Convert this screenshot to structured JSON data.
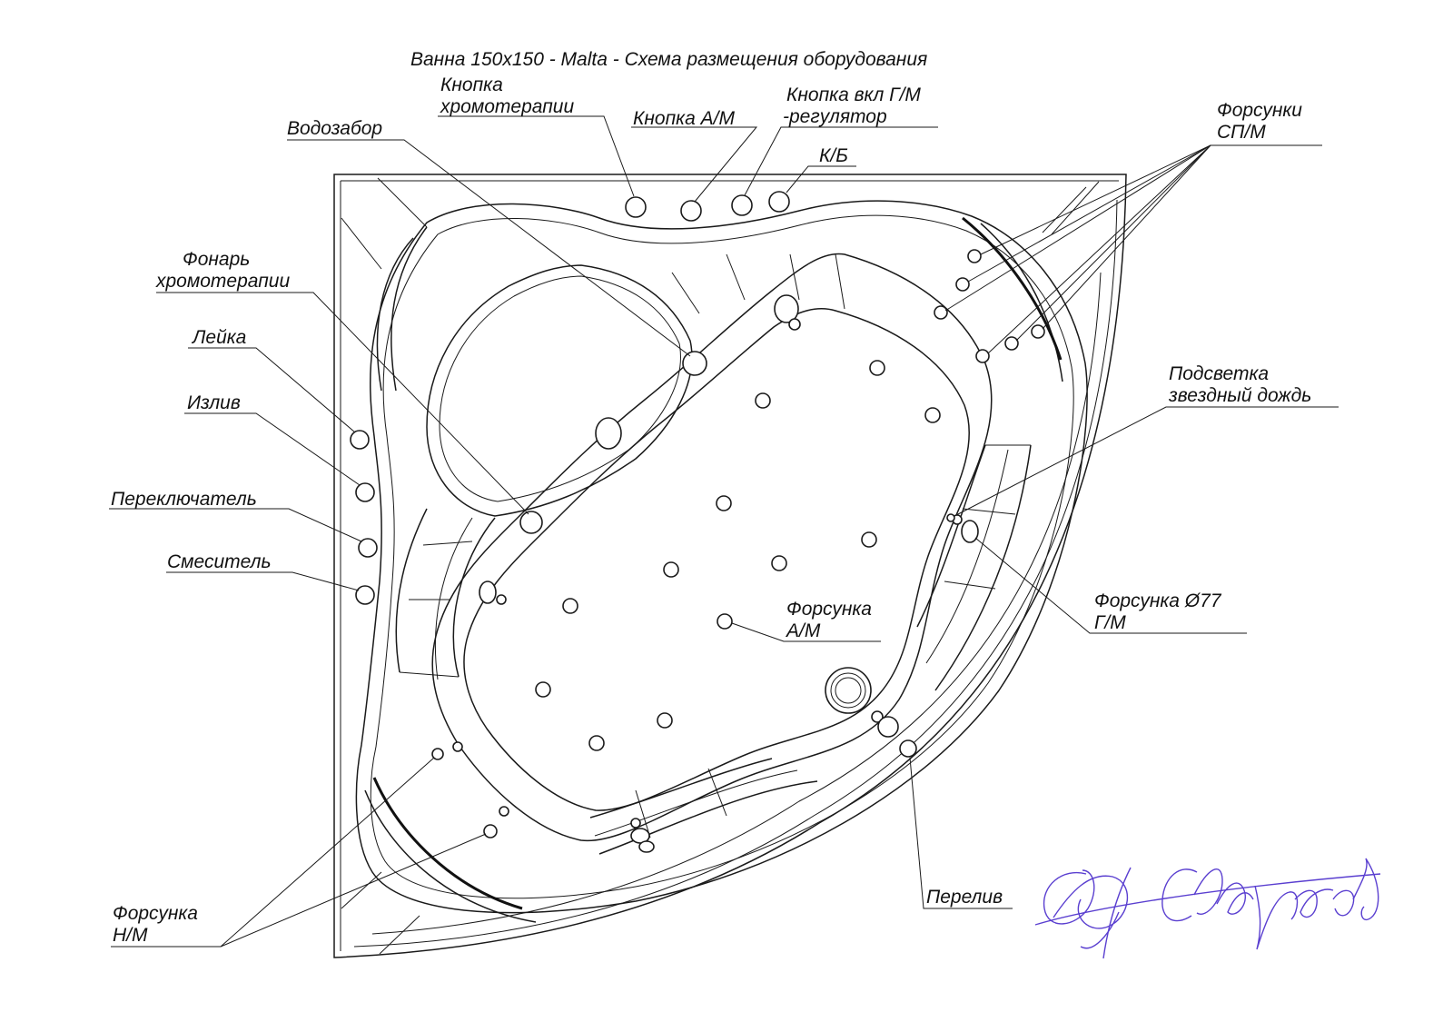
{
  "title": "Ванна 150x150 - Malta - Схема размещения оборудования",
  "labels": {
    "knopka_hromo_1": "Кнопка",
    "knopka_hromo_2": "хромотерапии",
    "knopka_am": "Кнопка А/М",
    "knopka_gm_1": "Кнопка вкл Г/М",
    "knopka_gm_2": "-регулятор",
    "kb": "К/Б",
    "vodozabor": "Водозабор",
    "forsunki_spm_1": "Форсунки",
    "forsunki_spm_2": "СП/М",
    "fonar_1": "Фонарь",
    "fonar_2": "хромотерапии",
    "leika": "Лейка",
    "izliv": "Излив",
    "pereklyuchatel": "Переключатель",
    "smesitel": "Смеситель",
    "podsvetka_1": "Подсветка",
    "podsvetka_2": "звездный дождь",
    "forsunka_77_1": "Форсунка Ø77",
    "forsunka_77_2": "Г/М",
    "forsunka_am_1": "Форсунка",
    "forsunka_am_2": "А/М",
    "forsunka_nm_1": "Форсунка",
    "forsunka_nm_2": "Н/М",
    "pereliv": "Перелив"
  },
  "signature": {
    "text": "Старков",
    "color": "#5a3fd0"
  }
}
